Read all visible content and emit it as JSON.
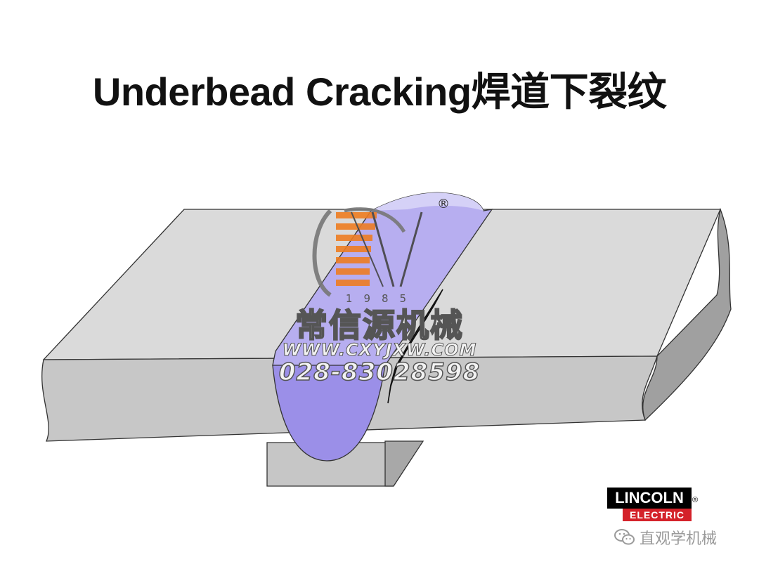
{
  "title": "Underbead Cracking焊道下裂纹",
  "watermark": {
    "logo_letters": "CXY",
    "registered_mark": "®",
    "year": "1985",
    "company": "常信源机械",
    "url": "WWW.CXYJXW.COM",
    "phone": "028-83028598"
  },
  "brand_logo": {
    "top": "LINCOLN",
    "bottom": "ELECTRIC",
    "registered_mark": "®",
    "colors": {
      "top_bg": "#000000",
      "bottom_bg": "#d4222a"
    }
  },
  "source_mark": {
    "icon": "wechat-icon",
    "text": "直观学机械"
  },
  "colors": {
    "plate_top": "#d9d9d9",
    "plate_front": "#c4c4c4",
    "plate_side": "#9e9e9e",
    "weld_fill": "#9b8fe8",
    "weld_cap": "#cdc8f5",
    "watermark_orange": "#ee7d22"
  }
}
